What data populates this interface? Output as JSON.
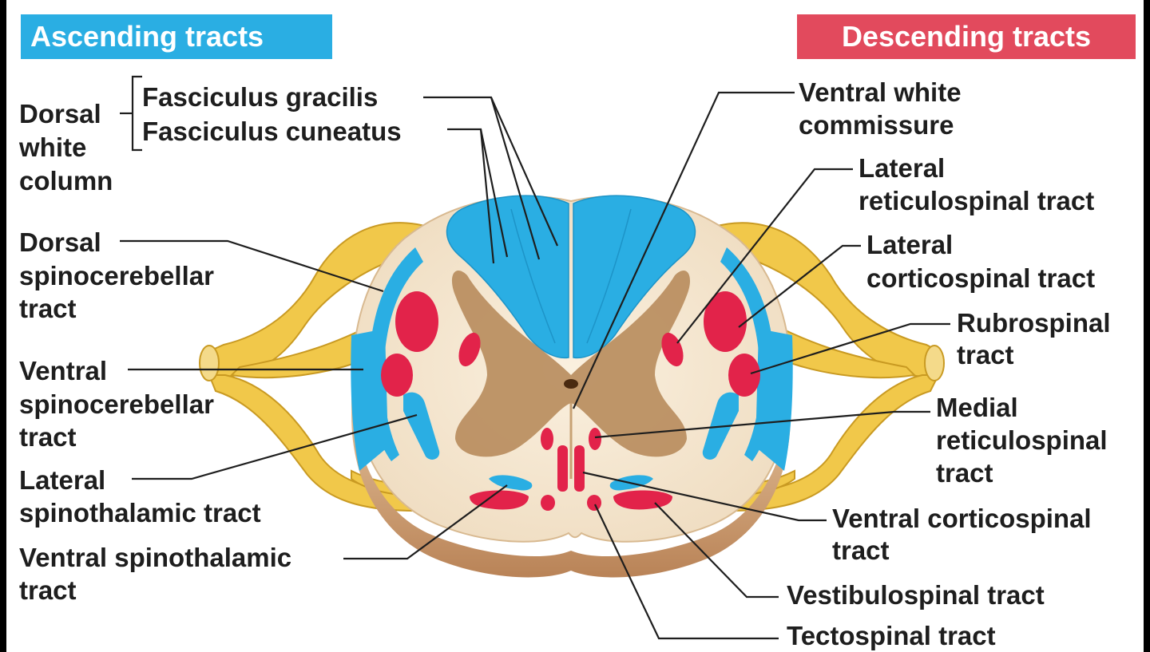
{
  "headers": {
    "ascending": "Ascending tracts",
    "descending": "Descending tracts"
  },
  "colors": {
    "ascending": "#2aaee3",
    "descending": "#e24a5d",
    "white_matter": "#f3e2c6",
    "gray_matter": "#b98d5e",
    "nerve_root": "#f1c84a"
  },
  "labels": {
    "dorsal_white_column": [
      "Dorsal",
      "white",
      "column"
    ],
    "fasciculus_gracilis": "Fasciculus gracilis",
    "fasciculus_cuneatus": "Fasciculus cuneatus",
    "dorsal_spinocerebellar": [
      "Dorsal",
      "spinocerebellar",
      "tract"
    ],
    "ventral_spinocerebellar": [
      "Ventral",
      "spinocerebellar",
      "tract"
    ],
    "lateral_spinothalamic": [
      "Lateral",
      "spinothalamic tract"
    ],
    "ventral_spinothalamic": [
      "Ventral spinothalamic",
      "tract"
    ],
    "ventral_white_commissure": [
      "Ventral white",
      "commissure"
    ],
    "lateral_reticulospinal": [
      "Lateral",
      "reticulospinal tract"
    ],
    "lateral_corticospinal": [
      "Lateral",
      "corticospinal tract"
    ],
    "rubrospinal": [
      "Rubrospinal",
      "tract"
    ],
    "medial_reticulospinal": [
      "Medial",
      "reticulospinal",
      "tract"
    ],
    "ventral_corticospinal": [
      "Ventral corticospinal",
      "tract"
    ],
    "vestibulospinal": "Vestibulospinal tract",
    "tectospinal": "Tectospinal tract"
  }
}
